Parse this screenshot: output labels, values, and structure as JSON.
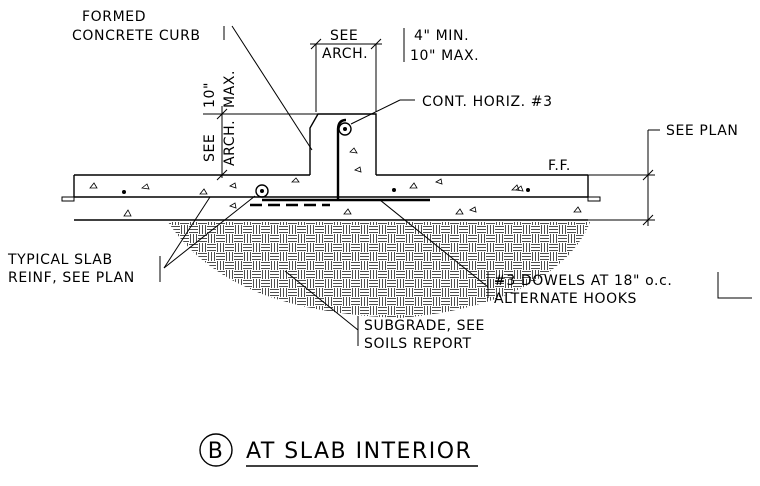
{
  "labels": {
    "formed_curb_1": "FORMED",
    "formed_curb_2": "CONCRETE CURB",
    "see_arch_top_1": "SEE",
    "see_arch_top_2": "ARCH.",
    "min_dim": "4\" MIN.",
    "max_dim": "10\" MAX.",
    "vert_10": "10\"",
    "vert_max": "MAX.",
    "vert_see": "SEE",
    "vert_arch": "ARCH.",
    "cont_horiz": "CONT. HORIZ. #3",
    "see_plan": "SEE PLAN",
    "ff": "F.F.",
    "typ_slab_1": "TYPICAL SLAB",
    "typ_slab_2": "REINF, SEE PLAN",
    "dowels_1": "#3 DOWELS AT 18\" o.c.",
    "dowels_2": "ALTERNATE HOOKS",
    "subgrade_1": "SUBGRADE, SEE",
    "subgrade_2": "SOILS REPORT"
  },
  "title": {
    "mark": "B",
    "text": "AT SLAB INTERIOR"
  }
}
